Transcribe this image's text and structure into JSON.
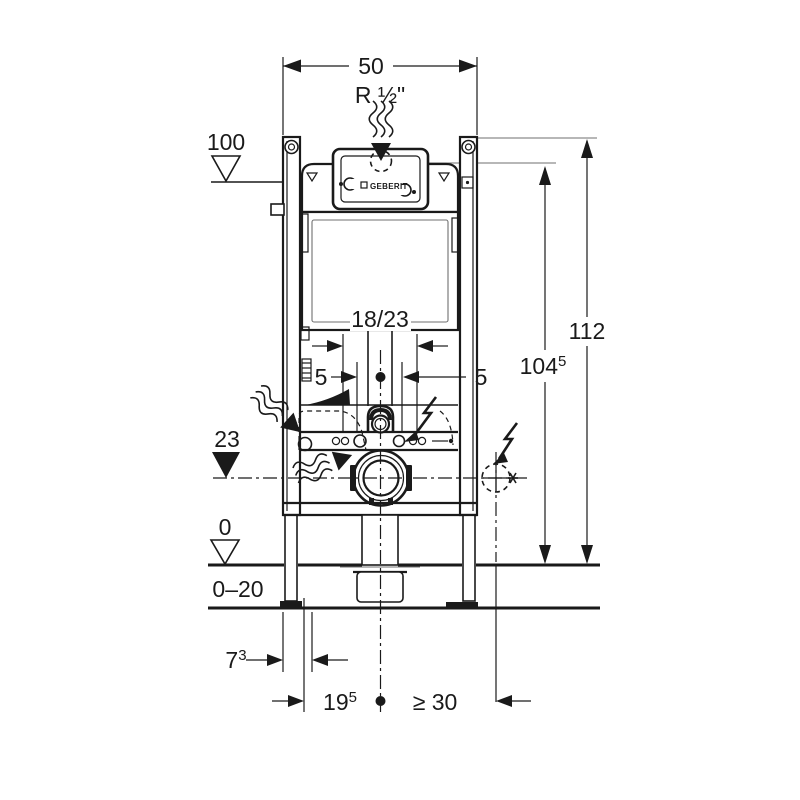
{
  "meta": {
    "brand": "GEBERIT",
    "drawing": "wall-mounted WC installation element, dimensioned side/front technical drawing"
  },
  "colors": {
    "line": "#1a1a1a",
    "gray": "#6f6f6f",
    "background": "#ffffff"
  },
  "labels": {
    "width_50": "50",
    "supply_thread": "R ½\"",
    "level_100": "100",
    "height_112": "112",
    "height_104": "104",
    "height_104_sup": "5",
    "fixing_18_23": "18/23",
    "offset_5_left": "5",
    "offset_5_right": "5",
    "outlet_23": "23",
    "floor_0": "0",
    "floor_range_0_20": "0–20",
    "depth_7": "7",
    "depth_7_sup": "3",
    "dist_19": "19",
    "dist_19_sup": "5",
    "dist_min_30": "≥ 30",
    "brand": "GEBERIT"
  }
}
